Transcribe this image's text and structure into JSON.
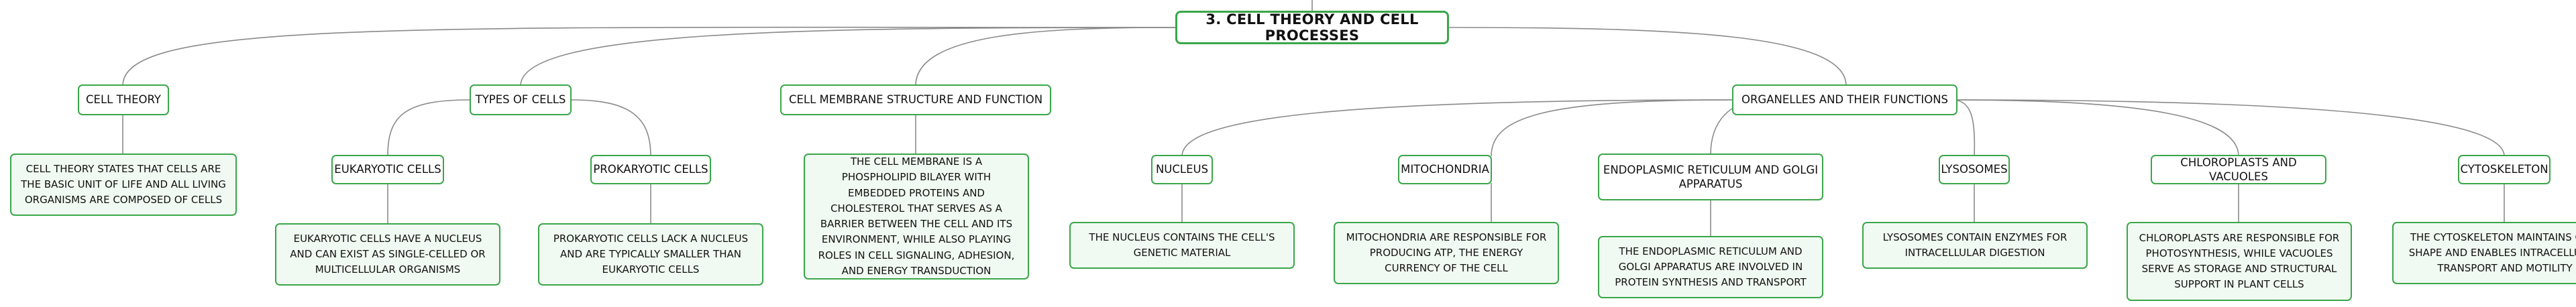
{
  "root": {
    "label": "3. CELL THEORY AND CELL PROCESSES"
  },
  "topics": {
    "cell_theory": {
      "label": "CELL THEORY",
      "detail": "CELL THEORY STATES THAT CELLS ARE THE BASIC UNIT OF LIFE AND ALL LIVING ORGANISMS ARE COMPOSED OF CELLS"
    },
    "types_of_cells": {
      "label": "TYPES OF CELLS",
      "eukaryotic": {
        "label": "EUKARYOTIC CELLS",
        "detail": "EUKARYOTIC CELLS HAVE A NUCLEUS AND CAN EXIST AS SINGLE-CELLED OR MULTICELLULAR ORGANISMS"
      },
      "prokaryotic": {
        "label": "PROKARYOTIC CELLS",
        "detail": "PROKARYOTIC CELLS LACK A NUCLEUS AND ARE TYPICALLY SMALLER THAN EUKARYOTIC CELLS"
      }
    },
    "cell_membrane": {
      "label": "CELL MEMBRANE STRUCTURE AND FUNCTION",
      "detail": "THE CELL MEMBRANE IS A PHOSPHOLIPID BILAYER WITH EMBEDDED PROTEINS AND CHOLESTEROL THAT SERVES AS A BARRIER BETWEEN THE CELL AND ITS ENVIRONMENT, WHILE ALSO PLAYING ROLES IN CELL SIGNALING, ADHESION, AND ENERGY TRANSDUCTION"
    },
    "organelles": {
      "label": "ORGANELLES AND THEIR FUNCTIONS",
      "nucleus": {
        "label": "NUCLEUS",
        "detail": "THE NUCLEUS CONTAINS THE CELL'S GENETIC MATERIAL"
      },
      "mitochondria": {
        "label": "MITOCHONDRIA",
        "detail": "MITOCHONDRIA ARE RESPONSIBLE FOR PRODUCING ATP, THE ENERGY CURRENCY OF THE CELL"
      },
      "er_golgi": {
        "label": "ENDOPLASMIC RETICULUM AND GOLGI APPARATUS",
        "detail": "THE ENDOPLASMIC RETICULUM AND GOLGI APPARATUS ARE INVOLVED IN PROTEIN SYNTHESIS AND TRANSPORT"
      },
      "lysosomes": {
        "label": "LYSOSOMES",
        "detail": "LYSOSOMES CONTAIN ENZYMES FOR INTRACELLULAR DIGESTION"
      },
      "chloroplasts": {
        "label": "CHLOROPLASTS AND VACUOLES",
        "detail": "CHLOROPLASTS ARE RESPONSIBLE FOR PHOTOSYNTHESIS, WHILE VACUOLES SERVE AS STORAGE AND STRUCTURAL SUPPORT IN PLANT CELLS"
      },
      "cytoskeleton": {
        "label": "CYTOSKELETON",
        "detail": "THE CYTOSKELETON MAINTAINS CELL SHAPE AND ENABLES INTRACELLULAR TRANSPORT AND MOTILITY"
      }
    }
  },
  "colors": {
    "border": "#3aa64a",
    "leaf_fill": "#f1faf2",
    "connector": "#8a8a8a"
  }
}
